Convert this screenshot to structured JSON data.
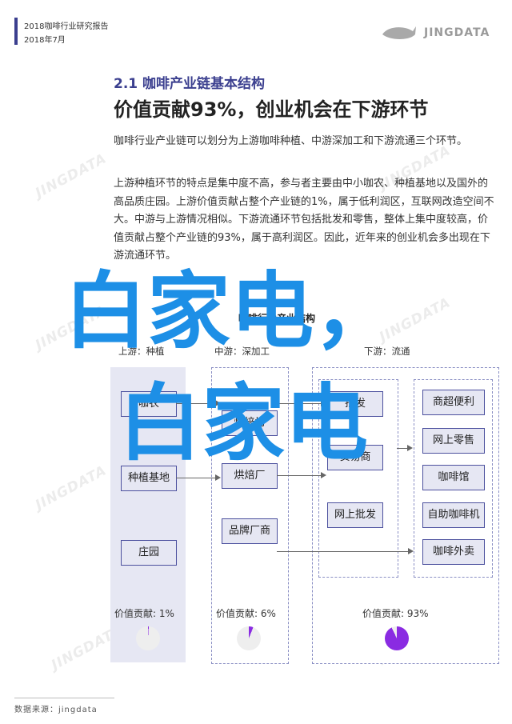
{
  "header": {
    "report_title": "2018咖啡行业研究报告",
    "date": "2018年7月",
    "logo_text": "JINGDATA"
  },
  "section": {
    "number_title": "2.1 咖啡产业链基本结构",
    "headline": "价值贡献93%，创业机会在下游环节",
    "paragraphs": [
      "咖啡行业产业链可以划分为上游咖啡种植、中游深加工和下游流通三个环节。",
      "上游种植环节的特点是集中度不高，参与者主要由中小咖农、种植基地以及国外的高品质庄园。上游价值贡献占整个产业链的1%，属于低利润区，互联网改造空间不大。中游与上游情况相似。下游流通环节包括批发和零售，整体上集中度较高，价值贡献占整个产业链的93%，属于高利润区。因此，近年来的创业机会多出现在下游流通环节。"
    ]
  },
  "chart": {
    "title": "咖啡行业产业结构",
    "stages": [
      "上游：种植",
      "中游：深加工",
      "下游：流通"
    ],
    "upstream": [
      "咖农",
      "种植基地",
      "庄园"
    ],
    "midstream": [
      "烘焙坊",
      "烘焙厂",
      "品牌厂商"
    ],
    "wholesale": [
      "批发",
      "贸易商",
      "网上批发"
    ],
    "retail": [
      "商超便利",
      "网上零售",
      "咖啡馆",
      "自助咖啡机",
      "咖啡外卖"
    ],
    "values": [
      "价值贡献: 1%",
      "价值贡献: 6%",
      "价值贡献: 93%"
    ],
    "shares": [
      1,
      6,
      93
    ],
    "colors": {
      "primary": "#3b3f8f",
      "box_fill": "#e6e7f3",
      "pie": "#8a2be2",
      "overlay": "#1d8fe6"
    }
  },
  "watermark": {
    "text": "JINGDATA",
    "overlay_line1": "白家电，",
    "overlay_line2": "白家电"
  },
  "footer": {
    "source": "数据来源：jingdata"
  }
}
